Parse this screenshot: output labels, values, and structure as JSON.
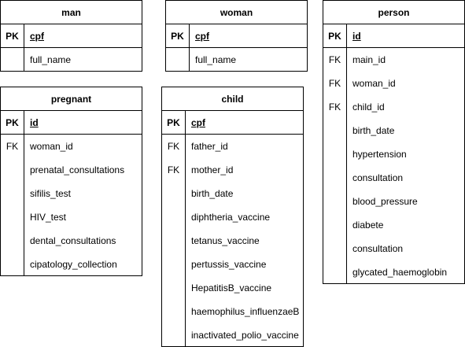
{
  "entities": {
    "man": {
      "title": "man",
      "rows": [
        {
          "key": "PK",
          "field": "cpf"
        },
        {
          "key": "",
          "field": "full_name"
        }
      ]
    },
    "woman": {
      "title": "woman",
      "rows": [
        {
          "key": "PK",
          "field": "cpf"
        },
        {
          "key": "",
          "field": "full_name"
        }
      ]
    },
    "person": {
      "title": "person",
      "rows": [
        {
          "key": "PK",
          "field": "id"
        },
        {
          "key": "FK",
          "field": "main_id"
        },
        {
          "key": "FK",
          "field": "woman_id"
        },
        {
          "key": "FK",
          "field": "child_id"
        },
        {
          "key": "",
          "field": "birth_date"
        },
        {
          "key": "",
          "field": "hypertension"
        },
        {
          "key": "",
          "field": "consultation"
        },
        {
          "key": "",
          "field": "blood_pressure"
        },
        {
          "key": "",
          "field": "diabete"
        },
        {
          "key": "",
          "field": "consultation"
        },
        {
          "key": "",
          "field": "glycated_haemoglobin"
        }
      ]
    },
    "pregnant": {
      "title": "pregnant",
      "rows": [
        {
          "key": "PK",
          "field": "id"
        },
        {
          "key": "FK",
          "field": "woman_id"
        },
        {
          "key": "",
          "field": "prenatal_consultations"
        },
        {
          "key": "",
          "field": "sifilis_test"
        },
        {
          "key": "",
          "field": "HIV_test"
        },
        {
          "key": "",
          "field": "dental_consultations"
        },
        {
          "key": "",
          "field": "cipatology_collection"
        }
      ]
    },
    "child": {
      "title": "child",
      "rows": [
        {
          "key": "PK",
          "field": "cpf"
        },
        {
          "key": "FK",
          "field": "father_id"
        },
        {
          "key": "FK",
          "field": "mother_id"
        },
        {
          "key": "",
          "field": "birth_date"
        },
        {
          "key": "",
          "field": "diphtheria_vaccine"
        },
        {
          "key": "",
          "field": "tetanus_vaccine"
        },
        {
          "key": "",
          "field": "pertussis_vaccine"
        },
        {
          "key": "",
          "field": "HepatitisB_vaccine"
        },
        {
          "key": "",
          "field": "haemophilus_influenzaeB"
        },
        {
          "key": "",
          "field": "inactivated_polio_vaccine"
        }
      ]
    }
  }
}
